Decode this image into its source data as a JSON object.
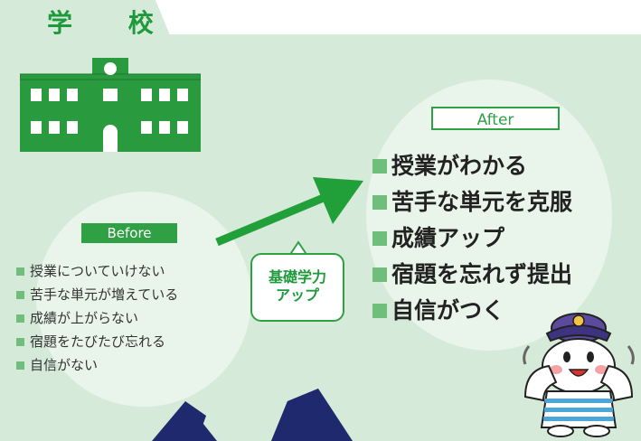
{
  "header": {
    "title": "学 校"
  },
  "before": {
    "label": "Before",
    "items": [
      "授業についていけない",
      "苦手な単元が増えている",
      "成績が上がらない",
      "宿題をたびたび忘れる",
      "自信がない"
    ]
  },
  "bubble": {
    "line1": "基礎学力",
    "line2": "アップ"
  },
  "after": {
    "label": "After",
    "items": [
      "授業がわかる",
      "苦手な単元を克服",
      "成績アップ",
      "宿題を忘れず提出",
      "自信がつく"
    ]
  },
  "colors": {
    "accent": "#2fa043",
    "panel": "#d6ead9",
    "navy": "#1f2a6e"
  },
  "icons": [
    "school-building-icon",
    "green-arrow-icon",
    "navy-arrow-icon",
    "mascot-character-icon"
  ]
}
